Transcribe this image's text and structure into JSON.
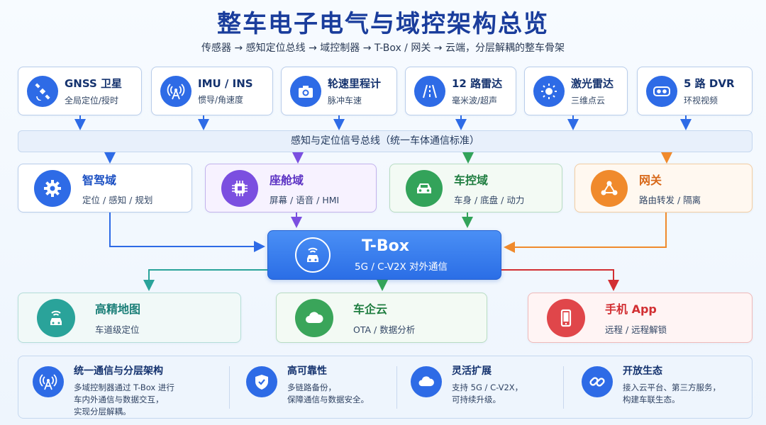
{
  "title": "整车电子电气与域控架构总览",
  "subtitle": "传感器 → 感知定位总线 → 域控制器 → T-Box / 网关 → 云端，分层解耦的整车骨架",
  "sensors": [
    {
      "title": "GNSS 卫星",
      "sub": "全局定位/授时",
      "icon": "satellite-icon"
    },
    {
      "title": "IMU / INS",
      "sub": "惯导/角速度",
      "icon": "antenna-icon"
    },
    {
      "title": "轮速里程计",
      "sub": "脉冲车速",
      "icon": "camera-icon"
    },
    {
      "title": "12 路雷达",
      "sub": "毫米波/超声",
      "icon": "road-icon"
    },
    {
      "title": "激光雷达",
      "sub": "三维点云",
      "icon": "sun-icon"
    },
    {
      "title": "5 路 DVR",
      "sub": "环视视频",
      "icon": "dvr-icon"
    }
  ],
  "bus_label": "感知与定位信号总线（统一车体通信标准）",
  "domains": [
    {
      "title": "智驾域",
      "sub": "定位 / 感知 / 规划",
      "icon": "gear-icon",
      "color": "#2e6be6",
      "title_color": "#1a4fc2",
      "border": "#b9cdea",
      "bg": "#ffffff"
    },
    {
      "title": "座舱域",
      "sub": "屏幕 / 语音 / HMI",
      "icon": "chip-icon",
      "color": "#7b4fe0",
      "title_color": "#5d34c4",
      "border": "#c3b2ec",
      "bg": "#f7f2ff"
    },
    {
      "title": "车控域",
      "sub": "车身 / 底盘 / 动力",
      "icon": "car-icon",
      "color": "#33a35a",
      "title_color": "#1f7d40",
      "border": "#b8dcc2",
      "bg": "#f3faf4"
    },
    {
      "title": "网关",
      "sub": "路由转发 / 隔离",
      "icon": "network-icon",
      "color": "#f08a2c",
      "title_color": "#d8691a",
      "border": "#f2cda2",
      "bg": "#fff8f0"
    }
  ],
  "tbox": {
    "title": "T-Box",
    "sub": "5G / C-V2X 对外通信",
    "icon": "connected-car-icon"
  },
  "cloud": [
    {
      "title": "高精地图",
      "sub": "车道级定位",
      "icon": "connected-car-icon",
      "color": "#2aa39a",
      "title_color": "#1b7f78",
      "border": "#b4ddd8",
      "bg": "#f1f9f8"
    },
    {
      "title": "车企云",
      "sub": "OTA / 数据分析",
      "icon": "cloud-icon",
      "color": "#3aa55a",
      "title_color": "#1f7d40",
      "border": "#b8dcc2",
      "bg": "#f3faf4"
    },
    {
      "title": "手机 App",
      "sub": "远程 / 远程解锁",
      "icon": "phone-icon",
      "color": "#e0464a",
      "title_color": "#d22f33",
      "border": "#efb9b9",
      "bg": "#fff4f4"
    }
  ],
  "features": [
    {
      "title": "统一通信与分层架构",
      "desc": "多域控制器通过 T-Box 进行\n车内外通信与数据交互，\n实现分层解耦。",
      "icon": "antenna-icon"
    },
    {
      "title": "高可靠性",
      "desc": "多链路备份，\n保障通信与数据安全。",
      "icon": "shield-icon"
    },
    {
      "title": "灵活扩展",
      "desc": "支持 5G / C-V2X，\n可持续升级。",
      "icon": "cloud-icon"
    },
    {
      "title": "开放生态",
      "desc": "接入云平台、第三方服务，\n构建车联生态。",
      "icon": "link-icon"
    }
  ]
}
